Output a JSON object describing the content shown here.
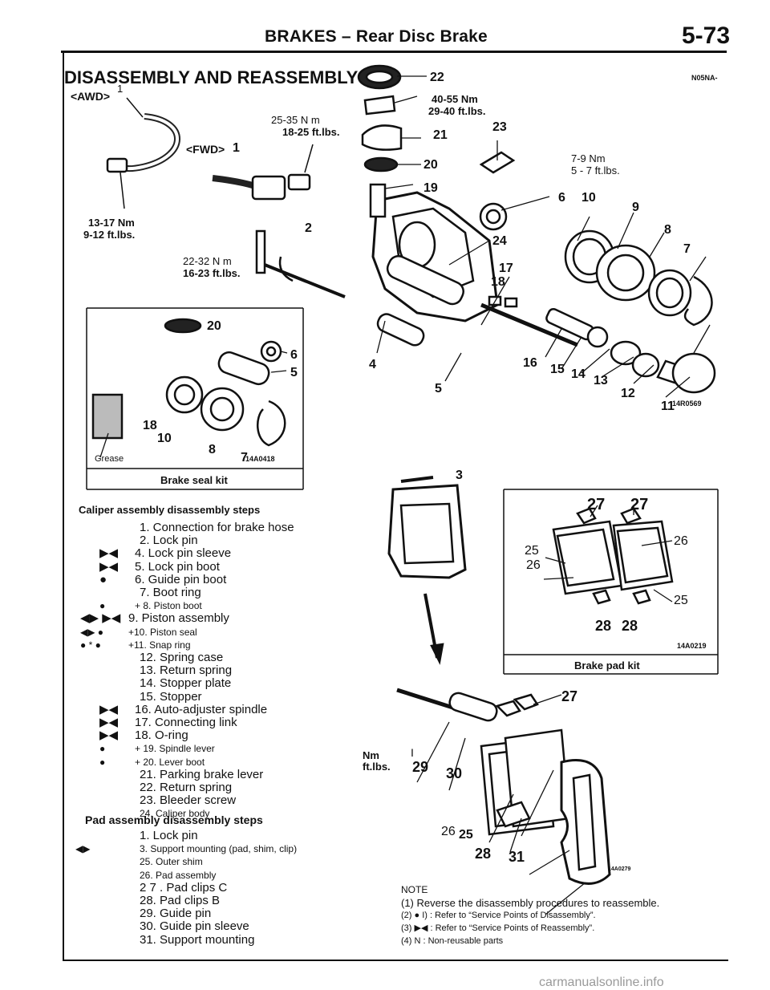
{
  "header": {
    "title": "BRAKES – Rear Disc Brake",
    "page": "5-73"
  },
  "section": {
    "title": "DISASSEMBLY AND REASSEMBLY",
    "code": "N05NA-"
  },
  "diagram": {
    "awd_label": "<AWD>",
    "fwd_label": "<FWD>",
    "torques": {
      "t1": [
        "13-17 Nm",
        "9-12 ft.lbs."
      ],
      "t2": [
        "25-35 N m",
        "18-25 ft.lbs."
      ],
      "t3": [
        "40-55 Nm",
        "29-40 ft.lbs."
      ],
      "t4": [
        "7-9 Nm",
        "5 - 7 ft.lbs."
      ],
      "t5": [
        "22-32 N m",
        "16-23 ft.lbs."
      ],
      "t6": [
        "Nm",
        "ft.lbs."
      ]
    },
    "fig_codes": {
      "main": "14R0569",
      "seal": "14A0418",
      "pad": "14A0219",
      "bottom": "14A0279"
    },
    "seal_kit_label": "Brake seal kit",
    "grease_label": "Grease",
    "pad_kit_label": "Brake pad kit",
    "numbers": [
      "1",
      "1",
      "2",
      "3",
      "4",
      "5",
      "5",
      "6",
      "6",
      "7",
      "7",
      "8",
      "8",
      "9",
      "10",
      "10",
      "11",
      "12",
      "13",
      "14",
      "15",
      "16",
      "17",
      "18",
      "18",
      "19",
      "20",
      "20",
      "21",
      "22",
      "23",
      "24",
      "25",
      "25",
      "25",
      "26",
      "26",
      "26",
      "27",
      "27",
      "27",
      "28",
      "28",
      "28",
      "29",
      "30",
      "31",
      "I"
    ]
  },
  "caliper_steps": {
    "title": "Caliper assembly disassembly steps",
    "items": [
      {
        "mark": "",
        "text": "1. Connection for brake hose"
      },
      {
        "mark": "",
        "text": "2. Lock pin"
      },
      {
        "mark": "▶◀",
        "text": "4. Lock pin sleeve"
      },
      {
        "mark": "▶◀",
        "text": "5. Lock pin boot"
      },
      {
        "mark": "●",
        "text": "6. Guide pin boot"
      },
      {
        "mark": "",
        "text": "7. Boot ring"
      },
      {
        "mark": "●",
        "text": "+ 8. Piston boot"
      },
      {
        "mark": "◀▶ ▶◀",
        "text": "9. Piston assembly"
      },
      {
        "mark": "◀▶ ●",
        "text": "+10. Piston seal"
      },
      {
        "mark": "● * ●",
        "text": "+11. Snap ring"
      },
      {
        "mark": "",
        "text": "12. Spring case"
      },
      {
        "mark": "",
        "text": "13. Return spring"
      },
      {
        "mark": "",
        "text": "14. Stopper plate"
      },
      {
        "mark": "",
        "text": "15. Stopper"
      },
      {
        "mark": "▶◀",
        "text": "16. Auto-adjuster spindle"
      },
      {
        "mark": "▶◀",
        "text": "17. Connecting link"
      },
      {
        "mark": "▶◀",
        "text": "18. O-ring"
      },
      {
        "mark": "●",
        "text": "+ 19. Spindle lever"
      },
      {
        "mark": "●",
        "text": "+ 20. Lever boot"
      },
      {
        "mark": "",
        "text": "21. Parking brake lever"
      },
      {
        "mark": "",
        "text": "22. Return spring"
      },
      {
        "mark": "",
        "text": "23. Bleeder screw"
      },
      {
        "mark": "",
        "text": "24. Caliper body"
      }
    ]
  },
  "pad_steps": {
    "title": "Pad assembly disassembly steps",
    "items": [
      {
        "mark": "",
        "text": "1. Lock pin"
      },
      {
        "mark": "◀▶",
        "text": "3. Support mounting (pad, shim, clip)"
      },
      {
        "mark": "",
        "text": "25. Outer shim"
      },
      {
        "mark": "",
        "text": "26. Pad assembly"
      },
      {
        "mark": "",
        "text": "2 7 . Pad clips C"
      },
      {
        "mark": "",
        "text": "28. Pad clips B"
      },
      {
        "mark": "",
        "text": "29. Guide pin"
      },
      {
        "mark": "",
        "text": "30. Guide pin sleeve"
      },
      {
        "mark": "",
        "text": "31. Support mounting"
      }
    ]
  },
  "note": {
    "title": "NOTE",
    "lines": [
      "(1) Reverse the disassembly procedures to reassemble.",
      "(2) ● I) : Refer to “Service Points of Disassembly”.",
      "(3) ▶◀ : Refer to “Service Points of Reassembly”.",
      "(4) N : Non-reusable parts"
    ]
  },
  "footer": {
    "watermark": "carmanualsonline.info"
  }
}
